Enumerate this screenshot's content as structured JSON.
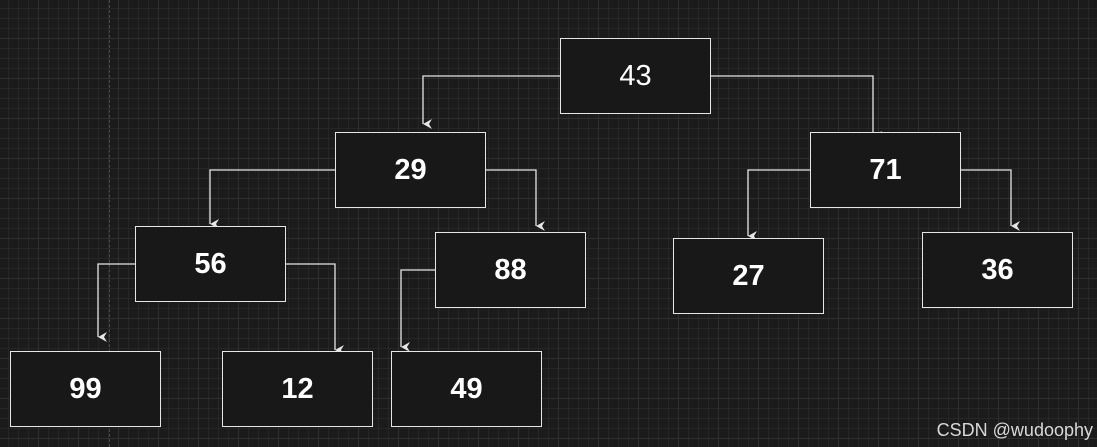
{
  "diagram": {
    "nodes": [
      {
        "id": "n43",
        "label": "43"
      },
      {
        "id": "n29",
        "label": "29"
      },
      {
        "id": "n71",
        "label": "71"
      },
      {
        "id": "n56",
        "label": "56"
      },
      {
        "id": "n88",
        "label": "88"
      },
      {
        "id": "n27",
        "label": "27"
      },
      {
        "id": "n36",
        "label": "36"
      },
      {
        "id": "n99",
        "label": "99"
      },
      {
        "id": "n12",
        "label": "12"
      },
      {
        "id": "n49",
        "label": "49"
      }
    ],
    "edges": [
      {
        "from": "43",
        "to": "29"
      },
      {
        "from": "43",
        "to": "71"
      },
      {
        "from": "29",
        "to": "56"
      },
      {
        "from": "29",
        "to": "88"
      },
      {
        "from": "71",
        "to": "27"
      },
      {
        "from": "71",
        "to": "36"
      },
      {
        "from": "56",
        "to": "99"
      },
      {
        "from": "56",
        "to": "12"
      },
      {
        "from": "88",
        "to": "49"
      }
    ]
  },
  "watermark": "CSDN @wudoophy"
}
